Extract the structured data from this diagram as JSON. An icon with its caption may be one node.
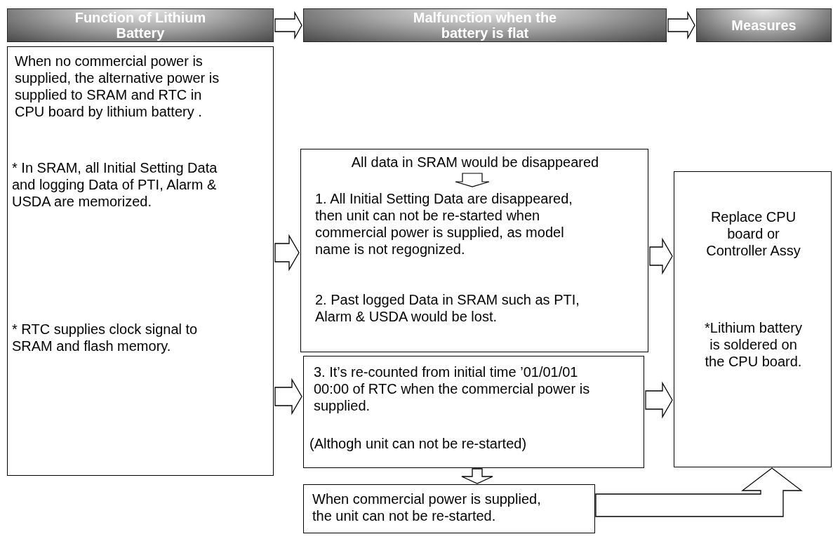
{
  "diagram": {
    "nodes": [
      {
        "text": [
          "Function of Lithium Battery"
        ]
      },
      {
        "text": [
          "Malfunction when the battery is flat"
        ]
      },
      {
        "text": [
          "Measures"
        ]
      },
      {
        "text": [
          "When no commercial power is supplied, the alternative power is supplied to SRAM and RTC in CPU board by lithium battery .",
          "* In SRAM, all Initial Setting Data and logging Data of PTI, Alarm & USDA are memorized.",
          "* RTC supplies clock signal to SRAM and flash memory."
        ]
      },
      {
        "text": [
          "All data in SRAM would be disappeared",
          "1. All Initial Setting Data are disappeared, then unit can not be re-started when commercial power is supplied, as model name is not regognized.",
          "2. Past logged Data in SRAM such as PTI, Alarm & USDA would be lost."
        ]
      },
      {
        "text": [
          "3. It’s re-counted from initial time ’01/01/01 00:00 of RTC when the commercial power is supplied.",
          "(Althogh unit can not be re-started)"
        ]
      },
      {
        "text": [
          "Replace CPU board or Controller Assy",
          "*Lithium battery is soldered on the CPU board."
        ]
      },
      {
        "text": [
          "When commercial power is supplied, the unit can not be re-started."
        ]
      }
    ],
    "edges": [
      {
        "from": 0,
        "to": 1,
        "arrow": "to"
      },
      {
        "from": 1,
        "to": 2,
        "arrow": "to"
      },
      {
        "from": 3,
        "to": 4,
        "arrow": "to"
      },
      {
        "from": 3,
        "to": 5,
        "arrow": "to"
      },
      {
        "from": 4,
        "to": 6,
        "arrow": "to"
      },
      {
        "from": 5,
        "to": 6,
        "arrow": "to"
      },
      {
        "from": 5,
        "to": 7,
        "arrow": "to"
      },
      {
        "from": 7,
        "to": 6,
        "arrow": "to"
      }
    ]
  }
}
